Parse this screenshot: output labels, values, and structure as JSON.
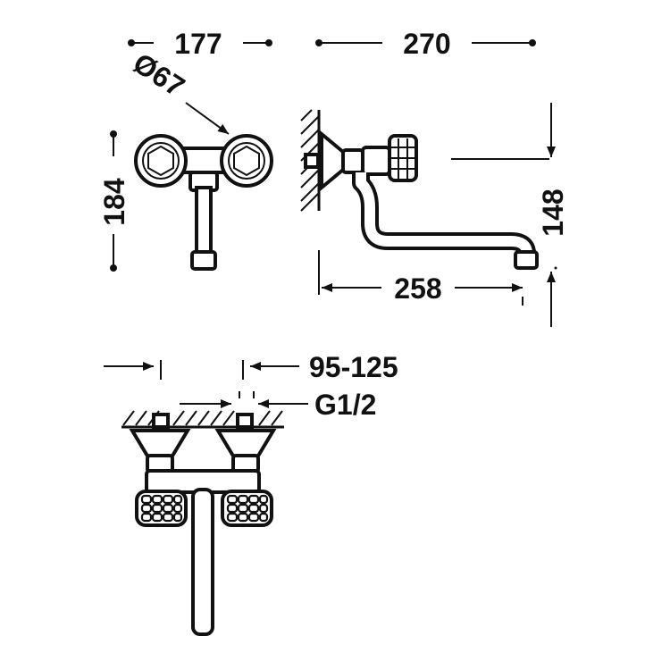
{
  "dimensions": {
    "width_front": "177",
    "width_side": "270",
    "handle_diameter": "Ø67",
    "height_front": "184",
    "spout_reach": "258",
    "spout_height": "148",
    "centers": "95-125",
    "thread": "G1/2"
  },
  "colors": {
    "line": "#111111",
    "background": "#ffffff"
  }
}
